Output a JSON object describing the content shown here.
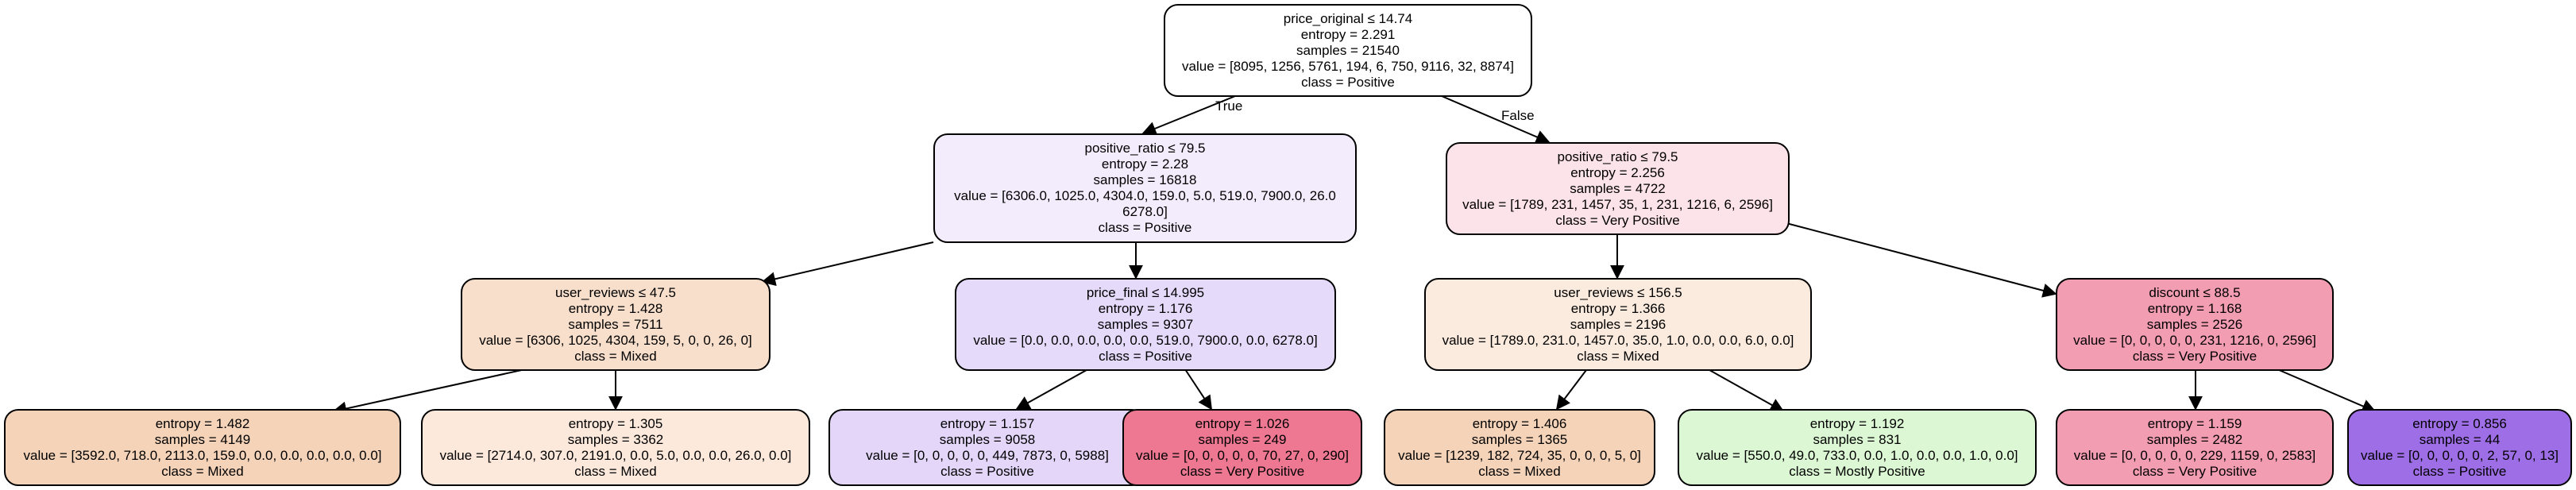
{
  "colors": {
    "white": "#ffffff",
    "lavender": "#f3ecfd",
    "pink_light": "#fce2e9",
    "peach": "#f8dfcc",
    "purple_light": "#e6dafa",
    "cream": "#fbebde",
    "rose": "#f39db3",
    "peach_mid": "#f5d3b8",
    "peach_pale": "#fce9dc",
    "purple_pale": "#e3d6f9",
    "crimson": "#ee7892",
    "green_pale": "#dcf7d3",
    "purple_strong": "#9e6ee6"
  },
  "edges": {
    "true_label": "True",
    "false_label": "False"
  },
  "nodes": {
    "root": {
      "split": "price_original ≤ 14.74",
      "entropy": "entropy = 2.291",
      "samples": "samples = 21540",
      "value": "value = [8095, 1256, 5761, 194, 6, 750, 9116, 32, 8874]",
      "class": "class = Positive"
    },
    "n1": {
      "split": "positive_ratio ≤ 79.5",
      "entropy": "entropy = 2.28",
      "samples": "samples = 16818",
      "value": "value = [6306.0, 1025.0, 4304.0, 159.0, 5.0, 519.0, 7900.0, 26.0",
      "value2": "6278.0]",
      "class": "class = Positive"
    },
    "n2": {
      "split": "positive_ratio ≤ 79.5",
      "entropy": "entropy = 2.256",
      "samples": "samples = 4722",
      "value": "value = [1789, 231, 1457, 35, 1, 231, 1216, 6, 2596]",
      "class": "class = Very Positive"
    },
    "n3": {
      "split": "user_reviews ≤ 47.5",
      "entropy": "entropy = 1.428",
      "samples": "samples = 7511",
      "value": "value = [6306, 1025, 4304, 159, 5, 0, 0, 26, 0]",
      "class": "class = Mixed"
    },
    "n4": {
      "split": "price_final ≤ 14.995",
      "entropy": "entropy = 1.176",
      "samples": "samples = 9307",
      "value": "value = [0.0, 0.0, 0.0, 0.0, 0.0, 519.0, 7900.0, 0.0, 6278.0]",
      "class": "class = Positive"
    },
    "n5": {
      "split": "user_reviews ≤ 156.5",
      "entropy": "entropy = 1.366",
      "samples": "samples = 2196",
      "value": "value = [1789.0, 231.0, 1457.0, 35.0, 1.0, 0.0, 0.0, 6.0, 0.0]",
      "class": "class = Mixed"
    },
    "n6": {
      "split": "discount ≤ 88.5",
      "entropy": "entropy = 1.168",
      "samples": "samples = 2526",
      "value": "value = [0, 0, 0, 0, 0, 231, 1216, 0, 2596]",
      "class": "class = Very Positive"
    },
    "l1": {
      "entropy": "entropy = 1.482",
      "samples": "samples = 4149",
      "value": "value = [3592.0, 718.0, 2113.0, 159.0, 0.0, 0.0, 0.0, 0.0, 0.0]",
      "class": "class = Mixed"
    },
    "l2": {
      "entropy": "entropy = 1.305",
      "samples": "samples = 3362",
      "value": "value = [2714.0, 307.0, 2191.0, 0.0, 5.0, 0.0, 0.0, 26.0, 0.0]",
      "class": "class = Mixed"
    },
    "l3": {
      "entropy": "entropy = 1.157",
      "samples": "samples = 9058",
      "value": "value = [0, 0, 0, 0, 0, 449, 7873, 0, 5988]",
      "class": "class = Positive"
    },
    "l4": {
      "entropy": "entropy = 1.026",
      "samples": "samples = 249",
      "value": "value = [0, 0, 0, 0, 0, 70, 27, 0, 290]",
      "class": "class = Very Positive"
    },
    "l5": {
      "entropy": "entropy = 1.406",
      "samples": "samples = 1365",
      "value": "value = [1239, 182, 724, 35, 0, 0, 0, 5, 0]",
      "class": "class = Mixed"
    },
    "l6": {
      "entropy": "entropy = 1.192",
      "samples": "samples = 831",
      "value": "value = [550.0, 49.0, 733.0, 0.0, 1.0, 0.0, 0.0, 1.0, 0.0]",
      "class": "class = Mostly Positive"
    },
    "l7": {
      "entropy": "entropy = 1.159",
      "samples": "samples = 2482",
      "value": "value = [0, 0, 0, 0, 0, 229, 1159, 0, 2583]",
      "class": "class = Very Positive"
    },
    "l8": {
      "entropy": "entropy = 0.856",
      "samples": "samples = 44",
      "value": "value = [0, 0, 0, 0, 0, 2, 57, 0, 13]",
      "class": "class = Positive"
    }
  }
}
